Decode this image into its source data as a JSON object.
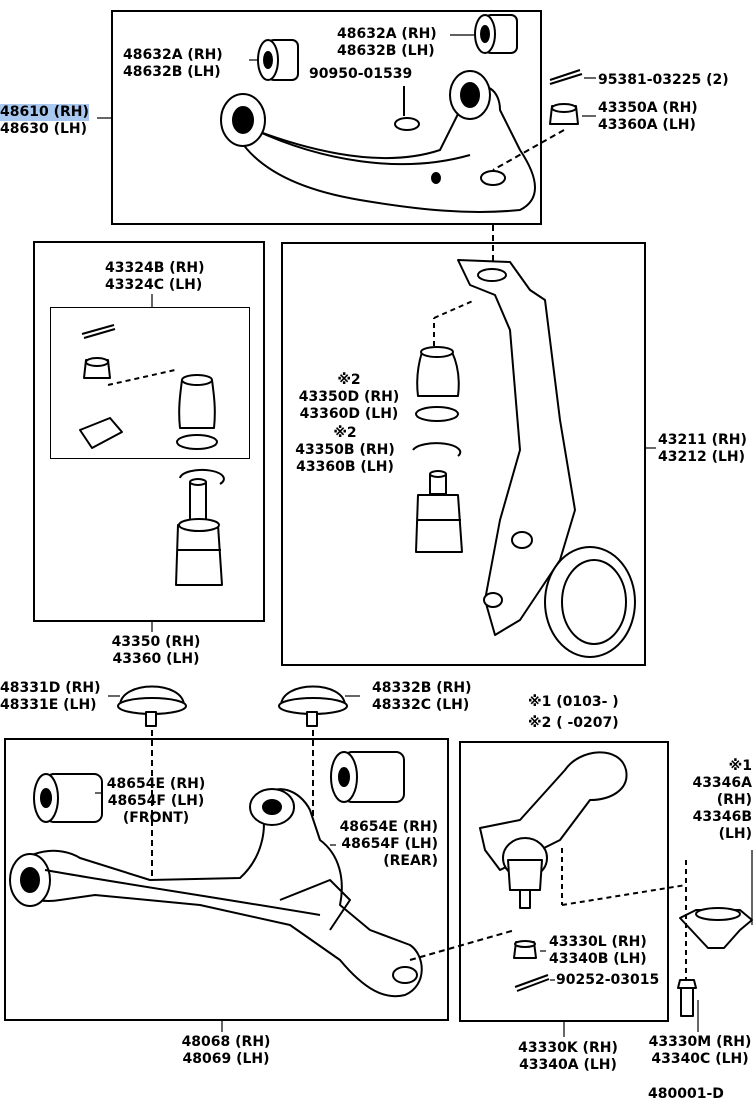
{
  "diagram_code": "480001-D",
  "notes": {
    "note1": "※1 (0103-      )",
    "note2": "※2 (      -0207)"
  },
  "parts": {
    "upper_arm": [
      "48610 (RH)",
      "48630 (LH)"
    ],
    "upper_bushing_left": [
      "48632A (RH)",
      "48632B (LH)"
    ],
    "upper_bushing_right": [
      "48632A (RH)",
      "48632B (LH)"
    ],
    "plug": [
      "90950-01539"
    ],
    "cotter_pin_top": [
      "95381-03225 (2)"
    ],
    "nut_top": [
      "43350A (RH)",
      "43360A (LH)"
    ],
    "upper_ball_kit": [
      "43324B (RH)",
      "43324C (LH)"
    ],
    "upper_ball_joint": [
      "43350 (RH)",
      "43360 (LH)"
    ],
    "knuckle": [
      "43211 (RH)",
      "43212 (LH)"
    ],
    "ball_joint_d": [
      "※2",
      "43350D (RH)",
      "43360D (LH)"
    ],
    "ball_joint_b": [
      "※2",
      "43350B (RH)",
      "43360B (LH)"
    ],
    "boot_left": [
      "48331D (RH)",
      "48331E (LH)"
    ],
    "boot_right": [
      "48332B (RH)",
      "48332C (LH)"
    ],
    "lower_bushing_front": [
      "48654E (RH)",
      "48654F (LH)",
      "(FRONT)"
    ],
    "lower_bushing_rear": [
      "48654E (RH)",
      "48654F (LH)",
      "(REAR)"
    ],
    "lower_arm": [
      "48068 (RH)",
      "48069 (LH)"
    ],
    "lower_ball_cover": [
      "※1",
      "43346A",
      "(RH)",
      "43346B",
      "(LH)"
    ],
    "lower_nut": [
      "43330L (RH)",
      "43340B (LH)"
    ],
    "lower_cotter": [
      "90252-03015"
    ],
    "lower_ball_joint": [
      "43330K (RH)",
      "43340A (LH)"
    ],
    "lower_bolt": [
      "43330M (RH)",
      "43340C (LH)"
    ]
  }
}
